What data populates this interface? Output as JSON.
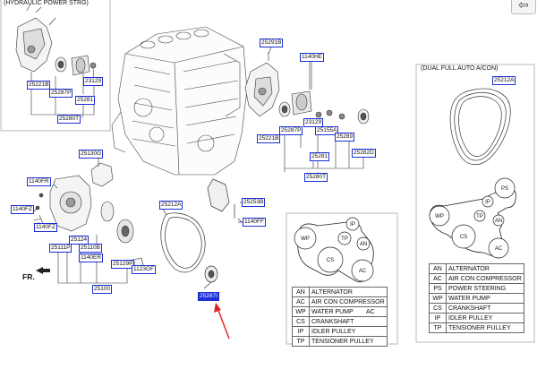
{
  "headers": {
    "hydraulic": "(HYDRAULIC POWER STRG)",
    "dual_ac": "(DUAL FULL AUTO A/CON)"
  },
  "refs": {
    "r25221B_tl": "25221B",
    "r25287P_tl": "25287P",
    "r25281_tl": "25281",
    "r23129_tl": "23129",
    "r25280T_tl": "25280T",
    "r25291B": "25291B",
    "r1140HE": "1140HE",
    "r25287P_r": "25287P",
    "r23129_r": "23129",
    "r25155A": "25155A",
    "r25289": "25289",
    "r25221B_r": "25221B",
    "r25281_r": "25281",
    "r25282D": "25282D",
    "r25280T_r": "25280T",
    "r25130G": "25130G",
    "r1140FR": "1140FR",
    "r1140FZ_a": "1140FZ",
    "r1140FZ_b": "1140FZ",
    "r25124": "25124",
    "r25111P": "25111P",
    "r25110B": "25110B",
    "r1140ER": "1140ER",
    "r25129P": "25129P",
    "r1123GF": "1123GF",
    "r25100": "25100",
    "r25212A_c": "25212A",
    "r25253B": "25253B",
    "r1140FF": "1140FF",
    "r25287I": "25287I",
    "r25212A_r": "25212A"
  },
  "fr_label": "FR.",
  "back_arrow": "⇦",
  "extra_label": "AC",
  "pulleys_mid": {
    "wp": "WP",
    "tp": "TP",
    "ip": "IP",
    "an": "AN",
    "cs": "CS",
    "ac": "AC"
  },
  "pulleys_right": {
    "ps": "PS",
    "ip": "IP",
    "tp": "TP",
    "wp": "WP",
    "an": "AN",
    "cs": "CS",
    "ac": "AC"
  },
  "legend_mid": [
    {
      "code": "AN",
      "desc": "ALTERNATOR"
    },
    {
      "code": "AC",
      "desc": "AIR CON COMPRESSOR"
    },
    {
      "code": "WP",
      "desc": "WATER PUMP"
    },
    {
      "code": "CS",
      "desc": "CRANKSHAFT"
    },
    {
      "code": "IP",
      "desc": "IDLER PULLEY"
    },
    {
      "code": "TP",
      "desc": "TENSIONER PULLEY"
    }
  ],
  "legend_right": [
    {
      "code": "AN",
      "desc": "ALTERNATOR"
    },
    {
      "code": "AC",
      "desc": "AIR CON COMPRESSOR"
    },
    {
      "code": "PS",
      "desc": "POWER STEERING"
    },
    {
      "code": "WP",
      "desc": "WATER PUMP"
    },
    {
      "code": "CS",
      "desc": "CRANKSHAFT"
    },
    {
      "code": "IP",
      "desc": "IDLER PULLEY"
    },
    {
      "code": "TP",
      "desc": "TENSIONER PULLEY"
    }
  ],
  "colors": {
    "ref_border": "#1a2fd6",
    "highlight": "#1a2fd6",
    "arrow": "#e02020",
    "line": "#222222"
  }
}
